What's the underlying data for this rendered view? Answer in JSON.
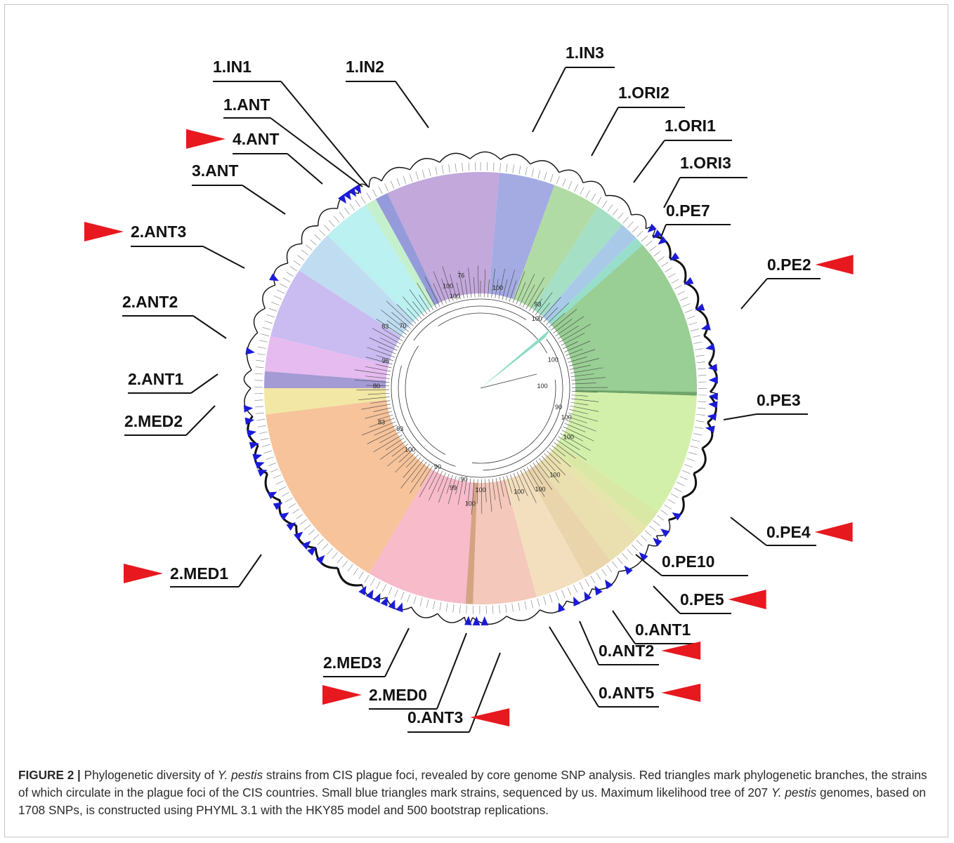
{
  "figure": {
    "caption_label": "FIGURE 2 |",
    "caption_part1": " Phylogenetic diversity of ",
    "species": "Y. pestis",
    "caption_part2": " strains from CIS plague foci, revealed by core genome SNP analysis. Red triangles mark phylogenetic branches, the strains of which circulate in the plague foci of the CIS countries. Small blue triangles mark strains, sequenced by us. Maximum likelihood tree of 207 ",
    "caption_part3": " genomes, based on 1708 SNPs, is constructed using PHYML 3.1 with the HKY85 model and 500 bootstrap replications."
  },
  "colors": {
    "red_marker": "#e8181f",
    "blue_marker": "#1b1bd6",
    "line": "#111111"
  },
  "clades": [
    {
      "name": "1.IN1",
      "color": "#8a90d6",
      "red_marker": false
    },
    {
      "name": "1.IN2",
      "color": "#bc9fd8",
      "red_marker": false
    },
    {
      "name": "1.IN3",
      "color": "#9aa2e0",
      "red_marker": false
    },
    {
      "name": "1.ORI2",
      "color": "#a9d79a",
      "red_marker": false
    },
    {
      "name": "1.ORI1",
      "color": "#9bdcc0",
      "red_marker": false
    },
    {
      "name": "1.ORI3",
      "color": "#9fc4e6",
      "red_marker": false
    },
    {
      "name": "0.PE7",
      "color": "#8cdcc4",
      "red_marker": false
    },
    {
      "name": "0.PE2",
      "color": "#8ec98a",
      "red_marker": true
    },
    {
      "name": "0.PE3",
      "color": "#5f9a5a",
      "red_marker": false
    },
    {
      "name": "0.PE4",
      "color": "#cdeea0",
      "red_marker": true
    },
    {
      "name": "0.PE10",
      "color": "#d6e69c",
      "red_marker": false
    },
    {
      "name": "0.PE5",
      "color": "#e3e2a2",
      "red_marker": true
    },
    {
      "name": "0.ANT1",
      "color": "#e8dca6",
      "red_marker": false
    },
    {
      "name": "0.ANT2",
      "color": "#e7cfa3",
      "red_marker": true
    },
    {
      "name": "0.ANT5",
      "color": "#f2dcb6",
      "red_marker": true
    },
    {
      "name": "0.ANT3",
      "color": "#f3c2b2",
      "red_marker": true
    },
    {
      "name": "2.MED0",
      "color": "#cf9a74",
      "red_marker": true
    },
    {
      "name": "2.MED3",
      "color": "#f6b4c4",
      "red_marker": false
    },
    {
      "name": "2.MED1",
      "color": "#f5bd90",
      "red_marker": true
    },
    {
      "name": "2.MED2",
      "color": "#f1e49a",
      "red_marker": false
    },
    {
      "name": "2.ANT1",
      "color": "#9a8fcf",
      "red_marker": false
    },
    {
      "name": "2.ANT2",
      "color": "#e2b4ee",
      "red_marker": false
    },
    {
      "name": "2.ANT3",
      "color": "#c4b4f0",
      "red_marker": true
    },
    {
      "name": "3.ANT",
      "color": "#b8d8f0",
      "red_marker": false
    },
    {
      "name": "4.ANT",
      "color": "#b4f0ee",
      "red_marker": true
    },
    {
      "name": "1.ANT",
      "color": "#bfeec8",
      "red_marker": false
    }
  ],
  "bootstrap_values": [
    "100",
    "76",
    "100",
    "100",
    "93",
    "100",
    "100",
    "83",
    "70",
    "96",
    "80",
    "83",
    "93",
    "100",
    "90",
    "90",
    "99",
    "100",
    "100",
    "100",
    "100",
    "100",
    "100",
    "100",
    "90",
    "100"
  ]
}
